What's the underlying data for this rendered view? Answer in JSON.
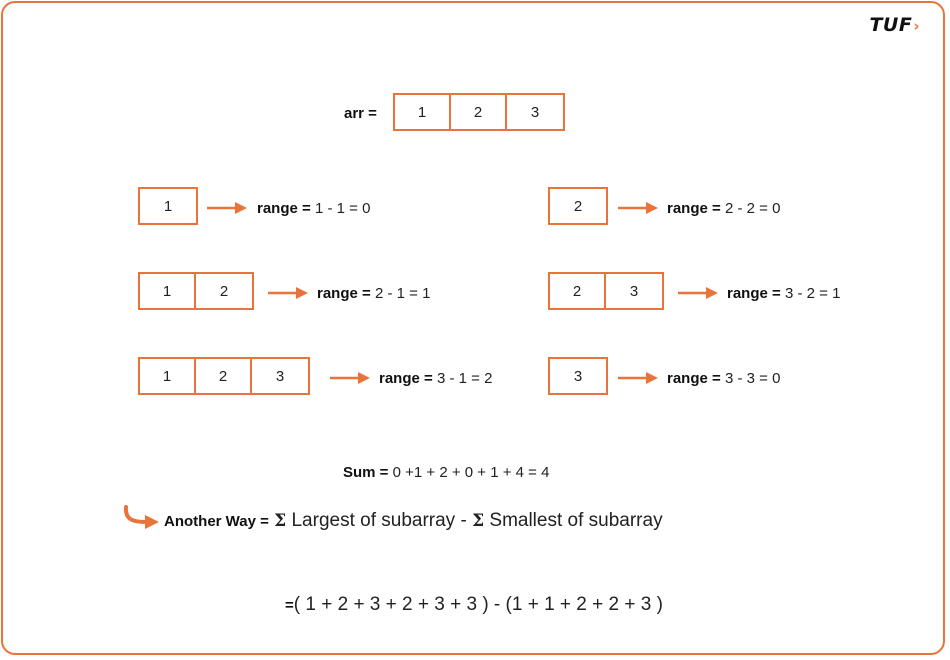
{
  "logo": "TUF",
  "array": {
    "label": "arr =",
    "values": [
      "1",
      "2",
      "3"
    ]
  },
  "subarrays": [
    {
      "cells": [
        "1"
      ],
      "label": "range =",
      "expr": "1 - 1 = 0"
    },
    {
      "cells": [
        "2"
      ],
      "label": "range =",
      "expr": "2 - 2 = 0"
    },
    {
      "cells": [
        "1",
        "2"
      ],
      "label": "range =",
      "expr": "2 - 1 = 1"
    },
    {
      "cells": [
        "2",
        "3"
      ],
      "label": "range =",
      "expr": "3 - 2 = 1"
    },
    {
      "cells": [
        "1",
        "2",
        "3"
      ],
      "label": "range =",
      "expr": "3 - 1 = 2"
    },
    {
      "cells": [
        "3"
      ],
      "label": "range =",
      "expr": "3 - 3 = 0"
    }
  ],
  "sum": {
    "label": "Sum =",
    "expr": "0 +1 + 2 + 0 + 1 + 4 = 4"
  },
  "another_way": {
    "label": "Another Way =",
    "sigma": "Σ",
    "part1": "Largest of subarray -",
    "part2": "Smallest of subarray"
  },
  "final": {
    "eq": "=",
    "expr": "( 1 + 2 + 3 + 2 + 3 + 3 ) - (1 + 1 + 2 + 2 + 3 )"
  },
  "colors": {
    "accent": "#e8743b"
  }
}
